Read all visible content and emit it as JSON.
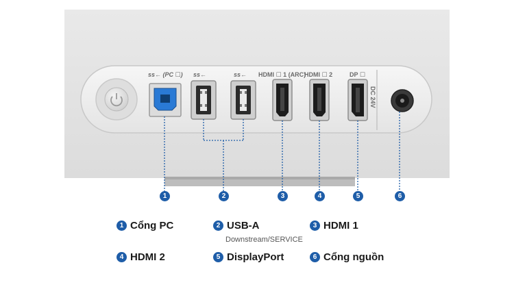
{
  "ports": [
    {
      "id": 1,
      "top_label": "ss← (PC ☐)",
      "name": "Cổng PC"
    },
    {
      "id": 2,
      "top_label": "ss←",
      "name": "USB-A"
    },
    {
      "id": 2,
      "top_label": "ss←",
      "name": "USB-A"
    },
    {
      "id": 3,
      "top_label": "HDMI ☐ 1 (ARC)",
      "name": "HDMI 1"
    },
    {
      "id": 4,
      "top_label": "HDMI ☐ 2",
      "name": "HDMI 2"
    },
    {
      "id": 5,
      "top_label": "DP ☐",
      "name": "DisplayPort"
    },
    {
      "id": 6,
      "top_label": "DC 24V",
      "name": "Cổng nguồn"
    }
  ],
  "legend": [
    {
      "num": "1",
      "label": "Cổng PC",
      "sub": ""
    },
    {
      "num": "2",
      "label": "USB-A",
      "sub": "Downstream/SERVICE"
    },
    {
      "num": "3",
      "label": "HDMI 1",
      "sub": ""
    },
    {
      "num": "4",
      "label": "HDMI 2",
      "sub": ""
    },
    {
      "num": "5",
      "label": "DisplayPort",
      "sub": ""
    },
    {
      "num": "6",
      "label": "Cổng nguồn",
      "sub": ""
    }
  ],
  "callouts": [
    "1",
    "2",
    "3",
    "4",
    "5",
    "6"
  ],
  "port_labels": {
    "usb_pc": "ss← (PC ☐)",
    "usb_a1": "ss←",
    "usb_a2": "ss←",
    "hdmi1": "HDMI ☐ 1 (ARC)",
    "hdmi2": "HDMI ☐ 2",
    "dp": "DP ☐",
    "dc": "DC 24V"
  },
  "colors": {
    "accent": "#1e5da8",
    "usb_b_blue": "#2a7ad5",
    "panel": "#e6e6e6"
  }
}
